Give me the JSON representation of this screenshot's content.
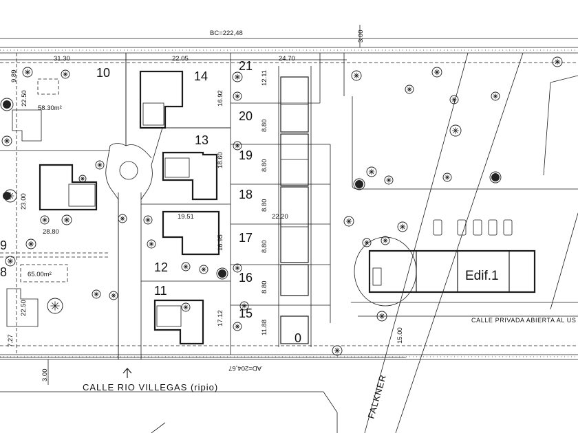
{
  "dimensions": {
    "bc": "BC=222,48",
    "ad": "AD=204,67",
    "top_offset": "3.00",
    "bottom_offset": "3.00",
    "lot10_width": "31.30",
    "lot14_width": "22.05",
    "lot21_width": "24.70",
    "lot10_side": "9.89",
    "lot10_inner": "22.50",
    "lot9_side": "23.00",
    "lot9_width": "28.80",
    "lot14_side": "16.92",
    "lot21_side": "12.11",
    "row20": "8.80",
    "row19": "8.80",
    "row18": "8.80",
    "row17": "8.80",
    "row16": "8.80",
    "row15": "11.88",
    "mid_width": "22.20",
    "lot12_width": "19.51",
    "lot13_side": "18.60",
    "lot12_side": "16.95",
    "lot11_side": "17.12",
    "lot8_side": "22.50",
    "lot8_bottom": "7.27",
    "private_road_width": "15.00"
  },
  "areas": {
    "lot10_area": "58.30m²",
    "lot8_area": "65.00m²"
  },
  "lots": {
    "l8": "8",
    "l9": "9",
    "l10": "10",
    "l11": "11",
    "l12": "12",
    "l13": "13",
    "l14": "14",
    "l15": "15",
    "l16": "16",
    "l17": "17",
    "l18": "18",
    "l19": "19",
    "l20": "20",
    "l21": "21"
  },
  "labels": {
    "street_main": "CALLE RIO VILLEGAS (ripio)",
    "street_falkner": "FALKNER",
    "private_road": "CALLE PRIVADA ABIERTA AL US",
    "building": "Edif.1",
    "north_arrow_marker": "0"
  },
  "icons": {
    "north_arrow": "arrow-up-icon",
    "tree": "tree-symbol-icon"
  }
}
